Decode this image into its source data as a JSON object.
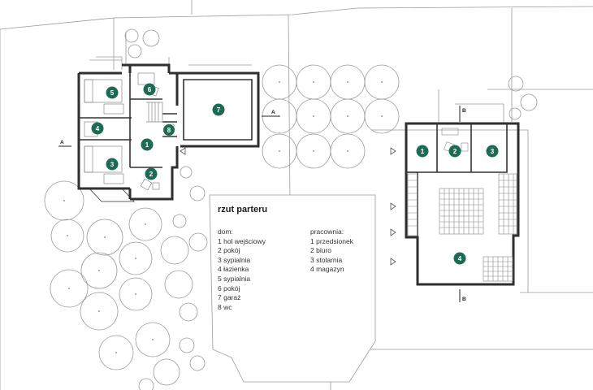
{
  "legend": {
    "title": "rzut parteru",
    "house": {
      "heading": "dom:",
      "items": [
        "1 hol wejściowy",
        "2 pokój",
        "3 sypialnia",
        "4 łazienka",
        "5 sypialnia",
        "6 pokój",
        "7 garaż",
        "8 wc"
      ]
    },
    "studio": {
      "heading": "pracownia:",
      "items": [
        "1 przedsionek",
        "2 biuro",
        "3 stolarnia",
        "4 magazyn"
      ]
    }
  },
  "room_markers": {
    "house": [
      "1",
      "2",
      "3",
      "4",
      "5",
      "6",
      "7",
      "8"
    ],
    "studio": [
      "1",
      "2",
      "3",
      "4"
    ]
  },
  "section_markers": {
    "a_left": "A",
    "a_right": "A",
    "b_top": "B",
    "b_bottom": "B"
  },
  "colors": {
    "marker_fill": "#1d6b54",
    "marker_text": "#ffffff",
    "wall": "#333333",
    "line": "#888888"
  }
}
